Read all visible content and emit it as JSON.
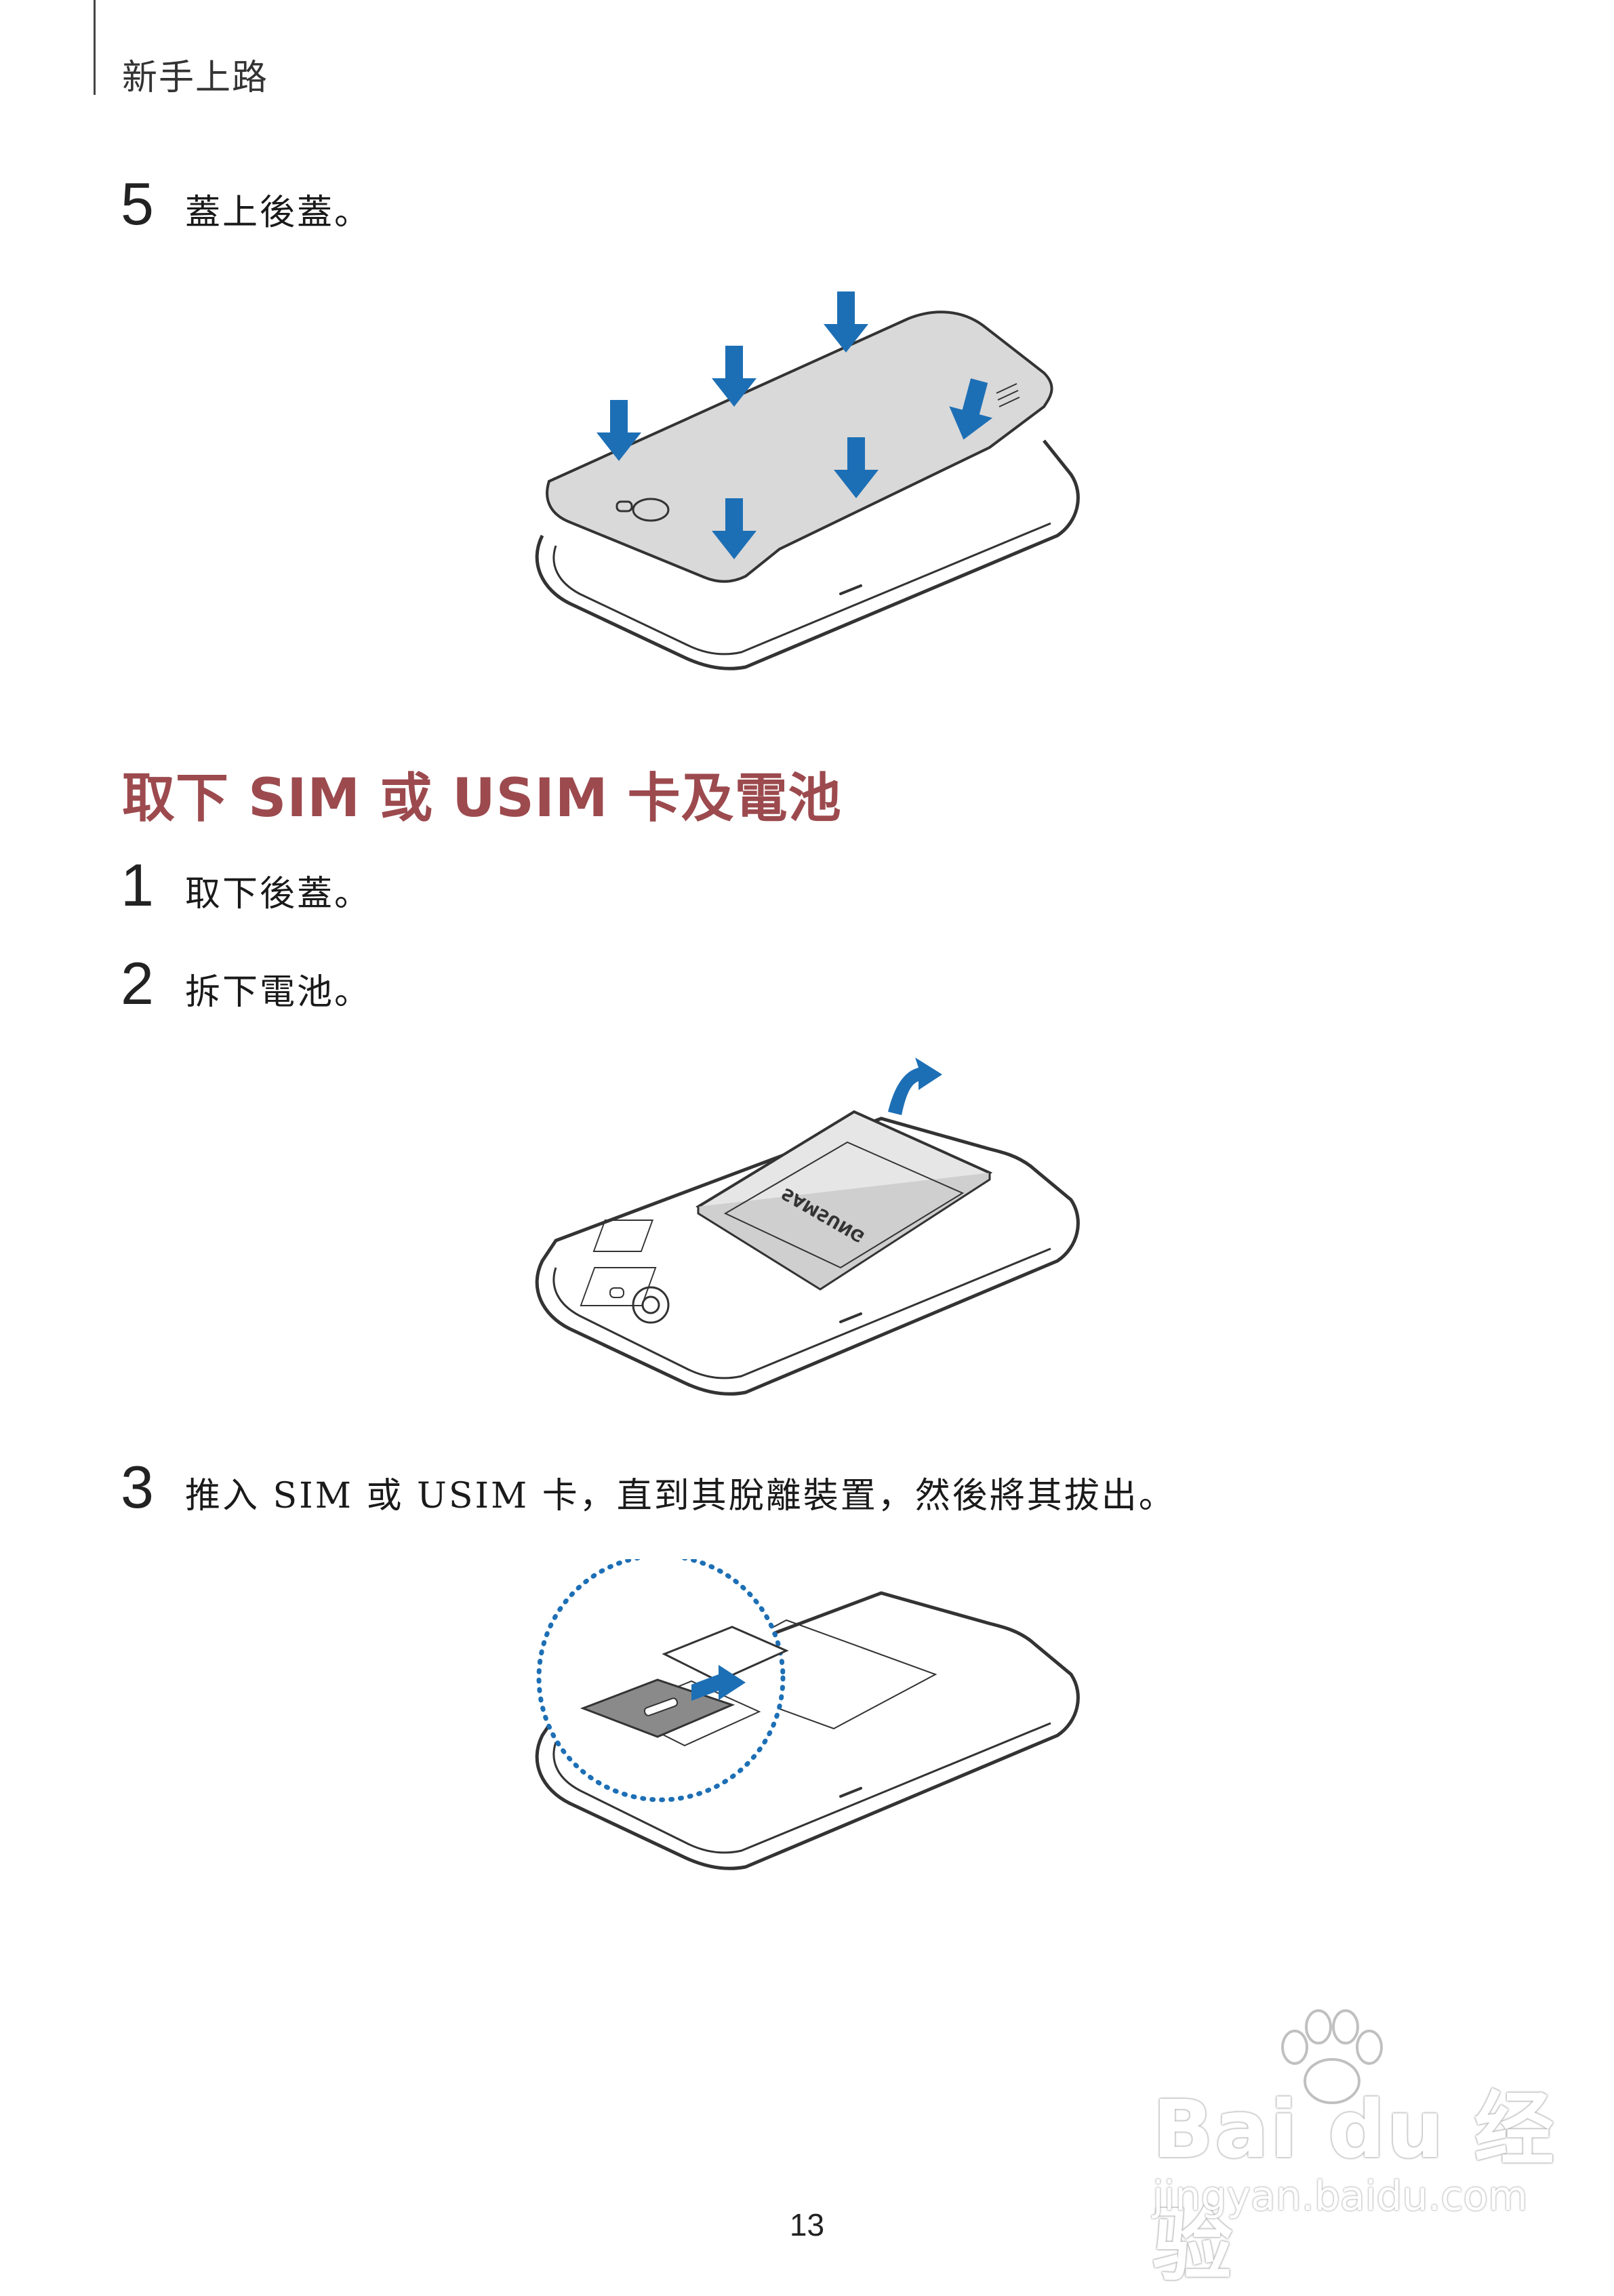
{
  "header": {
    "section": "新手上路"
  },
  "steps_top": [
    {
      "num": "5",
      "text": "蓋上後蓋。"
    }
  ],
  "section": {
    "title": "取下 SIM 或 USIM 卡及電池"
  },
  "steps": [
    {
      "num": "1",
      "text": "取下後蓋。"
    },
    {
      "num": "2",
      "text": "拆下電池。"
    },
    {
      "num": "3",
      "text": "推入 SIM 或 USIM 卡，直到其脫離裝置，然後將其拔出。"
    }
  ],
  "illustrations": {
    "battery_brand": "SAMSUNG",
    "arrow_color": "#1d6fb5",
    "cover_color": "#d9d9d9",
    "sim_color": "#8a8a8a"
  },
  "footer": {
    "page_number": "13"
  },
  "watermark": {
    "logo": "Bai du 经验",
    "url": "jingyan.baidu.com"
  }
}
